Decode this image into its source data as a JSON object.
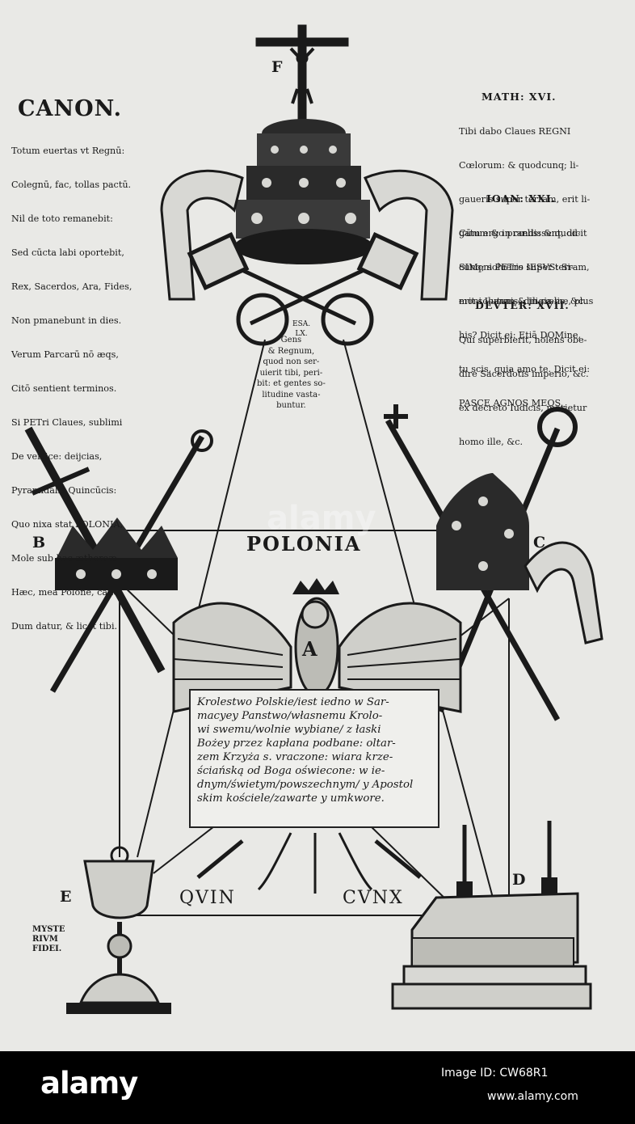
{
  "canon": {
    "title": "CANON.",
    "lines": [
      "Totum euertas vt Regnū:",
      "Colegnū, fac, tollas pactū.",
      "Nil de toto remanebit:",
      "Sed cūcta labi oportebit,",
      "Rex, Sacerdos, Ara, Fides,",
      "Non pmanebunt in dies.",
      "Verum Parcarū nō æqs,",
      "Citō sentient terminos.",
      "Si PETri Claues, sublimi",
      "De vertice: deijcias,",
      "Pyramidalis Quincūcis:",
      "Quo nixa stat POLONIA,",
      "Mole sub hac æthereæ.",
      "Hæc, mea Polone, caue:",
      "Dum datur, & licet tibi."
    ]
  },
  "math": {
    "header": "MATH: XVI.",
    "lines": [
      "Tibi dabo Claues REGNI",
      "Cœlorum: & quodcunq; li-",
      "gaueris super terram, erit li-",
      "gatum & in cœlis: & quod-",
      "cunq; solueris super terram,",
      "erit solutum & in cœlis, &c."
    ]
  },
  "ioan": {
    "header": "IOAN: XXI.",
    "lines": [
      "Cūm ergo prandissent, dicit",
      "SIMoni PETro IESVS: Si-",
      "moni Ioannis, diligis me, plus",
      "his? Dicit ei: Etiā DOMine,",
      "tu scis, quia amo te. Dicit ei:",
      "PASCE AGNOS MEOS."
    ]
  },
  "deuter": {
    "header": "DEVTER: XVII.",
    "lines": [
      "Qui superbierit, nolens obe-",
      "dire Sacerdotis imperio, &c.",
      "ex decreto Iudicis, morietur",
      "homo ille, &c."
    ]
  },
  "esa": {
    "line1": "ESA.",
    "line2": "LX."
  },
  "gens": "Gens\n& Regnum,\nquod non ser-\nuierit tibi, peri-\nbit: et gentes so-\nlitudine vasta-\nbuntur.",
  "labels": {
    "F": "F",
    "B": "B",
    "C": "C",
    "A": "A",
    "E": "E",
    "D": "D",
    "polonia": "POLONIA",
    "quin": "QVIN",
    "cunx": "CVNX",
    "mysterium": "MYSTE\nRIVM\nFIDEI."
  },
  "polish_text": "Krolestwo Polskie/iest iedno w Sar-\nmacyey Panstwo/własnemu Krolo-\nwi swemu/wolnie wybiane/ z łaski\nBożey przez kapłana podbane: oltar-\nzem Krzyża s. vraczone: wiara krze-\nściańską od Boga oświecone: w ie-\ndnym/świetym/powszechnym/ y Apostol\nskim kościele/zawarte y umkwore.",
  "watermark": "alamy",
  "footer": {
    "brand": "alamy",
    "image_id": "Image ID: CW68R1",
    "site": "www.alamy.com"
  },
  "colors": {
    "ink": "#1a1a1a",
    "paper": "#e9e9e6",
    "footer": "#000000"
  }
}
